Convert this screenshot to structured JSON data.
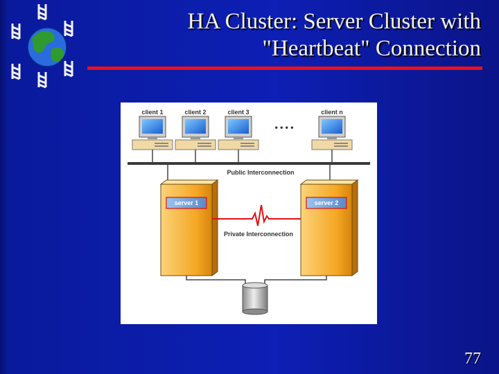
{
  "slide": {
    "title_line1": "HA Cluster: Server Cluster with",
    "title_line2": "\"Heartbeat\" Connection",
    "page_number": "77",
    "accent_color": "#e8101e",
    "background_color": "#0d1fb4"
  },
  "diagram": {
    "clients": [
      {
        "label": "client 1"
      },
      {
        "label": "client 2"
      },
      {
        "label": "client 3"
      },
      {
        "label": "client n"
      }
    ],
    "ellipsis": "• • • •",
    "public_label": "Public Interconnection",
    "private_label": "Private Interconnection",
    "servers": [
      {
        "label": "server 1"
      },
      {
        "label": "server 2"
      }
    ],
    "storage_icon": "disk-storage-icon",
    "heartbeat_color": "#e01010",
    "server_color": "#f5a623"
  },
  "logo": {
    "icon": "globe-with-network-nodes-icon"
  }
}
